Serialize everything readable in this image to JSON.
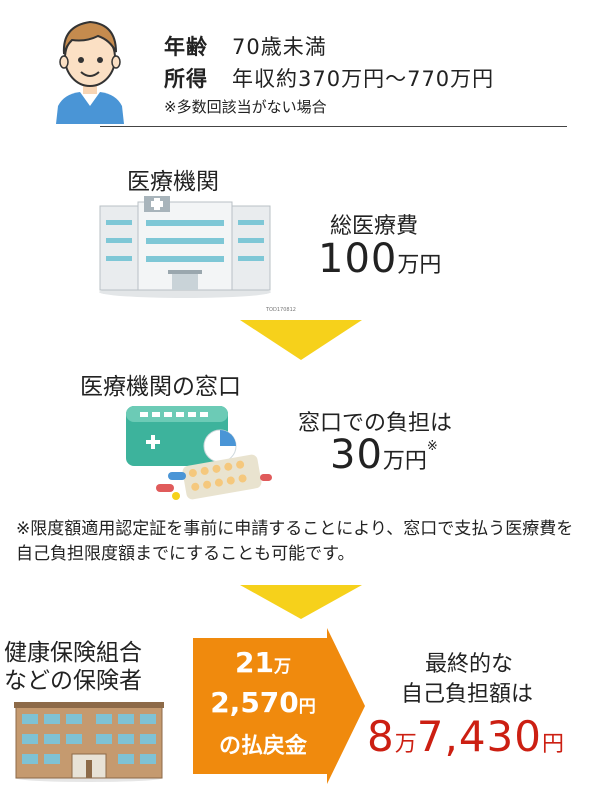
{
  "profile": {
    "age_label": "年齢",
    "age_value": "70歳未満",
    "income_label": "所得",
    "income_value": "年収約370万円〜770万円",
    "note": "※多数回該当がない場合"
  },
  "hospital": {
    "title": "医療機関",
    "total_label": "総医療費",
    "total_number": "100",
    "total_unit": "万円",
    "image_caption": "TOD170812"
  },
  "window": {
    "title": "医療機関の窓口",
    "pay_label": "窓口での負担は",
    "pay_number": "30",
    "pay_unit": "万円",
    "pay_mark": "※"
  },
  "note_paragraph": "※限度額適用認定証を事前に申請することにより、窓口で支払う医療費を自己負担限度額までにすることも可能です。",
  "insurer": {
    "title_line1": "健康保険組合",
    "title_line2": "などの保険者"
  },
  "refund": {
    "line1_number": "21",
    "line1_unit": "万",
    "line2_number": "2,570",
    "line2_unit": "円",
    "line3": "の払戻金"
  },
  "final": {
    "label_line1": "最終的な",
    "label_line2": "自己負担額は",
    "amount_man": "8",
    "unit_man": "万",
    "amount_rest": "7,430",
    "unit_yen": "円"
  },
  "colors": {
    "arrow_yellow": "#f6d11b",
    "refund_orange": "#f08a0d",
    "final_red": "#cc1f12",
    "teal_card": "#3db39c"
  }
}
